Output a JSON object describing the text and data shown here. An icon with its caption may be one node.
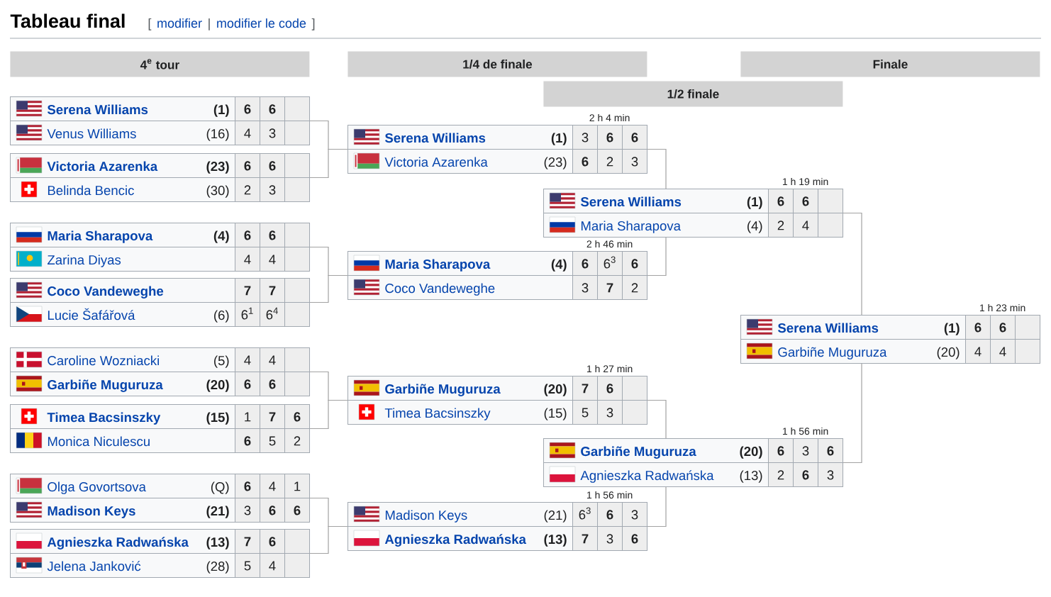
{
  "diagram": {
    "title": "Tableau final",
    "nodes": [
      {
        "text": [
          "4$^{e}$ tour"
        ]
      },
      {
        "text": [
          "1/4 de finale"
        ]
      },
      {
        "text": [
          "Finale"
        ]
      },
      {
        "text": [
          "1/2 finale"
        ]
      },
      {
        "text": [],
        "shape": "box"
      },
      {
        "text": [
          "Serena Williams",
          "(1)",
          "6",
          "6"
        ],
        "in": 4
      },
      {
        "text": [
          "Venus Williams",
          "(16)",
          "4",
          "3"
        ],
        "in": 4
      },
      {
        "text": [],
        "shape": "box"
      },
      {
        "text": [
          "Victoria Azarenka",
          "(23)",
          "6",
          "6"
        ],
        "in": 7
      },
      {
        "text": [
          "Belinda Bencic",
          "(30)",
          "2",
          "3"
        ],
        "in": 7
      },
      {
        "text": [],
        "shape": "box"
      },
      {
        "text": [
          "Maria Sharapova",
          "(4)",
          "6",
          "6"
        ],
        "in": 10
      },
      {
        "text": [
          "Zarina Diyas",
          "4",
          "4"
        ],
        "in": 10
      },
      {
        "text": [],
        "shape": "box"
      },
      {
        "text": [
          "Coco Vandeweghe",
          "7",
          "7"
        ],
        "in": 13
      },
      {
        "text": [
          "Lucie Šafářová",
          "(6)",
          "6$^{1}$",
          "6$^{4}$"
        ],
        "in": 13
      },
      {
        "text": [],
        "shape": "box"
      },
      {
        "text": [
          "Caroline Wozniacki",
          "(5)",
          "4",
          "4"
        ],
        "in": 16
      },
      {
        "text": [
          "Garbiñe Muguruza",
          "(20)",
          "6",
          "6"
        ],
        "in": 16
      },
      {
        "text": [],
        "shape": "box"
      },
      {
        "text": [
          "Timea Bacsinszky",
          "(15)",
          "1",
          "7",
          "6"
        ],
        "in": 19
      },
      {
        "text": [
          "Monica Niculescu",
          "6",
          "5",
          "2"
        ],
        "in": 19
      },
      {
        "text": [],
        "shape": "box"
      },
      {
        "text": [
          "Olga Govortsova",
          "(Q)",
          "6",
          "4",
          "1"
        ],
        "in": 22
      },
      {
        "text": [
          "Madison Keys",
          "(21)",
          "3",
          "6",
          "6"
        ],
        "in": 22
      },
      {
        "text": [],
        "shape": "box"
      },
      {
        "text": [
          "Agnieszka Radwańska",
          "(13)",
          "7",
          "6"
        ],
        "in": 25
      },
      {
        "text": [
          "Jelena Janković",
          "(28)",
          "5",
          "4"
        ],
        "in": 25
      },
      {
        "text": [],
        "shape": "box",
        "beside": [
          "2 h 4 min"
        ]
      },
      {
        "text": [
          "Serena Williams",
          "(1)",
          "3",
          "6",
          "6"
        ],
        "in": 28
      },
      {
        "text": [
          "Victoria Azarenka",
          "(23)",
          "6",
          "2",
          "3"
        ],
        "in": 28
      },
      {
        "text": [],
        "shape": "box",
        "beside": [
          "2 h 46 min"
        ]
      },
      {
        "text": [
          "Maria Sharapova",
          "(4)",
          "6",
          "6$^{3}$",
          "6"
        ],
        "in": 31
      },
      {
        "text": [
          "Coco Vandeweghe",
          "3",
          "7",
          "2"
        ],
        "in": 31
      },
      {
        "text": [],
        "shape": "box",
        "beside": [
          "1 h 27 min"
        ]
      },
      {
        "text": [
          "Garbiñe Muguruza",
          "(20)",
          "7",
          "6"
        ],
        "in": 34
      },
      {
        "text": [
          "Timea Bacsinszky",
          "(15)",
          "5",
          "3"
        ],
        "in": 34
      },
      {
        "text": [],
        "shape": "box",
        "beside": [
          "1 h 56 min"
        ]
      },
      {
        "text": [
          "Madison Keys",
          "(21)",
          "6$^{3}$",
          "6",
          "3"
        ],
        "in": 37
      },
      {
        "text": [
          "Agnieszka Radwańska",
          "(13)",
          "7",
          "3",
          "6"
        ],
        "in": 37
      },
      {
        "text": [],
        "shape": "box",
        "beside": [
          "1 h 19 min"
        ]
      },
      {
        "text": [
          "Serena Williams",
          "(1)",
          "6",
          "6"
        ],
        "in": 40
      },
      {
        "text": [
          "Maria Sharapova",
          "(4)",
          "2",
          "4"
        ],
        "in": 40
      },
      {
        "text": [],
        "shape": "box",
        "beside": [
          "1 h 56 min"
        ]
      },
      {
        "text": [
          "Garbiñe Muguruza",
          "(20)",
          "6",
          "3",
          "6"
        ],
        "in": 43
      },
      {
        "text": [
          "Agnieszka Radwańska",
          "(13)",
          "2",
          "6",
          "3"
        ],
        "in": 43
      },
      {
        "text": [],
        "shape": "box",
        "beside": [
          "1 h 23 min"
        ]
      },
      {
        "text": [
          "Serena Williams",
          "(1)",
          "6",
          "6"
        ],
        "in": 46
      },
      {
        "text": [
          "Garbiñe Muguruza",
          "(20)",
          "4",
          "4"
        ],
        "in": 46
      }
    ],
    "edges": [
      {
        "from": 4,
        "to": 28,
        "arrow": "none"
      },
      {
        "from": 7,
        "to": 28,
        "arrow": "none"
      },
      {
        "from": 10,
        "to": 31,
        "arrow": "none"
      },
      {
        "from": 13,
        "to": 31,
        "arrow": "none"
      },
      {
        "from": 16,
        "to": 34,
        "arrow": "none"
      },
      {
        "from": 19,
        "to": 34,
        "arrow": "none"
      },
      {
        "from": 22,
        "to": 37,
        "arrow": "none"
      },
      {
        "from": 25,
        "to": 37,
        "arrow": "none"
      },
      {
        "from": 28,
        "to": 40,
        "arrow": "none"
      },
      {
        "from": 31,
        "to": 40,
        "arrow": "none"
      },
      {
        "from": 34,
        "to": 43,
        "arrow": "none"
      },
      {
        "from": 37,
        "to": 43,
        "arrow": "none"
      },
      {
        "from": 40,
        "to": 46,
        "arrow": "none"
      },
      {
        "from": 43,
        "to": 46,
        "arrow": "none"
      }
    ],
    "labels": [
      "[",
      "modifier",
      "|",
      "modifier le code",
      "]"
    ]
  }
}
